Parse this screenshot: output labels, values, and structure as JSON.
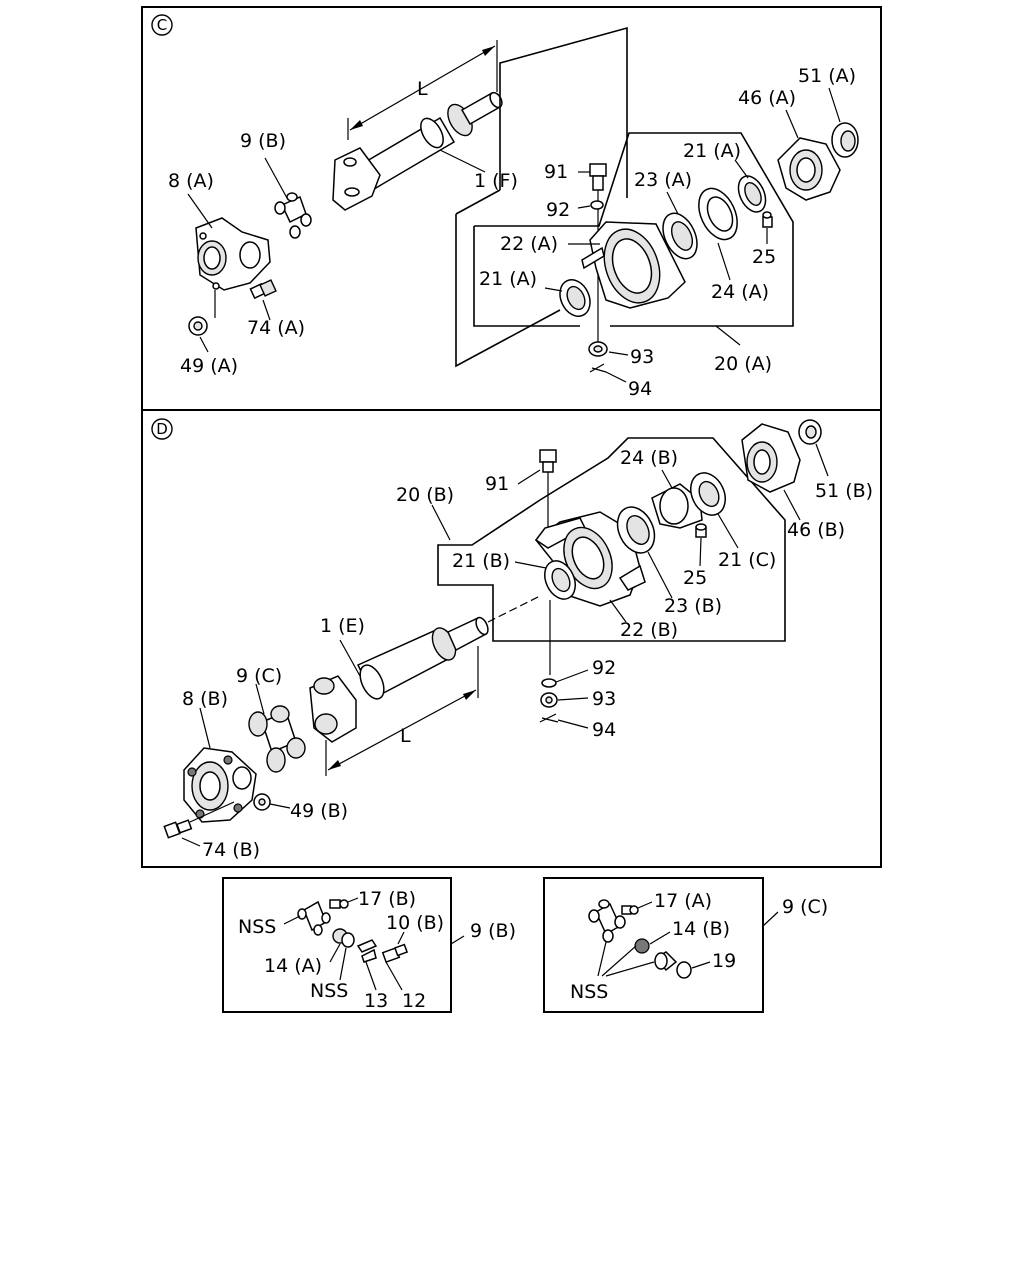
{
  "sections": {
    "c": {
      "marker": "C",
      "labels": {
        "dim_l": "L",
        "p51a": "51 (A)",
        "p46a": "46 (A)",
        "p9b": "9 (B)",
        "p21a_top": "21 (A)",
        "p8a": "8 (A)",
        "p1f": "1 (F)",
        "p91": "91",
        "p23a": "23 (A)",
        "p92": "92",
        "p22a": "22 (A)",
        "p25": "25",
        "p21a_low": "21 (A)",
        "p24a": "24 (A)",
        "p74a": "74 (A)",
        "p93": "93",
        "p49a": "49 (A)",
        "p20a": "20 (A)",
        "p94": "94"
      }
    },
    "d": {
      "marker": "D",
      "labels": {
        "p24b": "24 (B)",
        "p91": "91",
        "p20b": "20 (B)",
        "p51b": "51 (B)",
        "p46b": "46 (B)",
        "p21b": "21 (B)",
        "p21c": "21 (C)",
        "p25": "25",
        "p23b": "23 (B)",
        "p1e": "1 (E)",
        "p22b": "22 (B)",
        "p9c": "9 (C)",
        "p92": "92",
        "p93": "93",
        "p8b": "8 (B)",
        "p94": "94",
        "dim_l": "L",
        "p49b": "49 (B)",
        "p74b": "74 (B)"
      }
    },
    "detail_9b": {
      "title": "9 (B)",
      "labels": {
        "p17b": "17 (B)",
        "p10b": "10 (B)",
        "nss_top": "NSS",
        "p14a": "14 (A)",
        "nss_bottom": "NSS",
        "p13": "13",
        "p12": "12"
      }
    },
    "detail_9c": {
      "title": "9 (C)",
      "labels": {
        "p17a": "17 (A)",
        "p14b": "14 (B)",
        "p19": "19",
        "nss": "NSS"
      }
    }
  }
}
